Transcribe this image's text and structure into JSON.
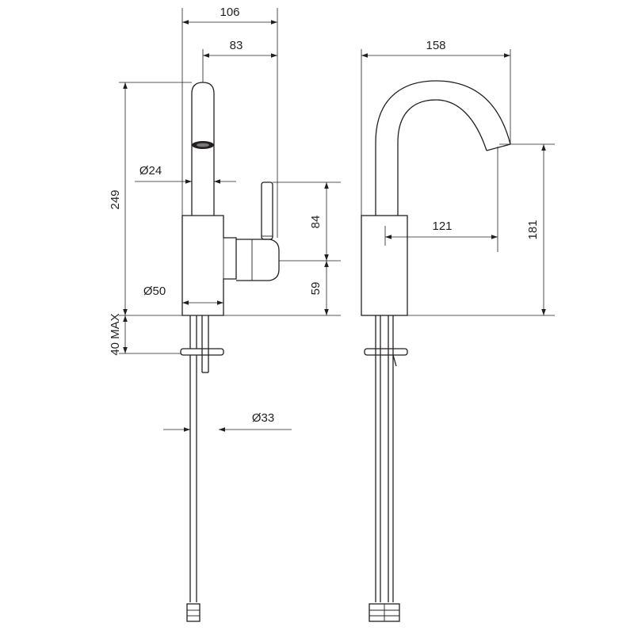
{
  "colors": {
    "line": "#231f20",
    "background": "#ffffff"
  },
  "dimensions": {
    "overall_width": "106",
    "spout_reach_side": "83",
    "total_height": "249",
    "spout_diameter": "Ø24",
    "lever_height": "84",
    "body_height": "59",
    "body_diameter": "Ø50",
    "max_deck_thickness": "40 MAX",
    "shank_diameter": "Ø33",
    "front_width": "158",
    "spout_reach_front": "121",
    "spout_outlet_height": "181"
  }
}
